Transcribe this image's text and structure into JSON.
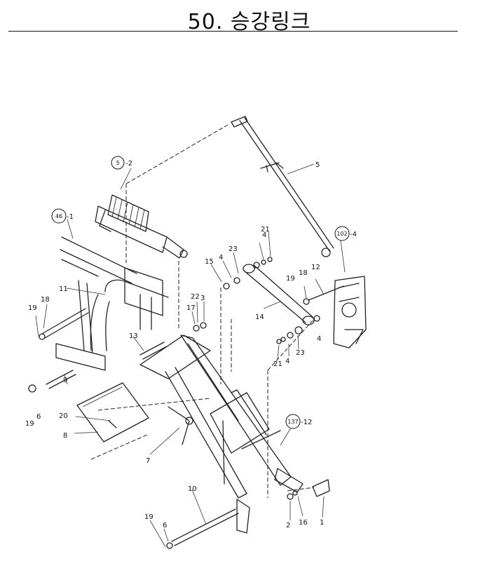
{
  "title": "50. 승강링크",
  "callouts": [
    {
      "id": "c1",
      "label": "1"
    },
    {
      "id": "c2",
      "label": "2"
    },
    {
      "id": "c3",
      "label": "3"
    },
    {
      "id": "c4a",
      "label": "4"
    },
    {
      "id": "c4b",
      "label": "4"
    },
    {
      "id": "c4c",
      "label": "4"
    },
    {
      "id": "c4d",
      "label": "4"
    },
    {
      "id": "c5",
      "label": "5"
    },
    {
      "id": "c6a",
      "label": "6"
    },
    {
      "id": "c6b",
      "label": "6"
    },
    {
      "id": "c7",
      "label": "7"
    },
    {
      "id": "c8",
      "label": "8"
    },
    {
      "id": "c9",
      "label": "9"
    },
    {
      "id": "c10",
      "label": "10"
    },
    {
      "id": "c11",
      "label": "11"
    },
    {
      "id": "c12",
      "label": "12"
    },
    {
      "id": "c13",
      "label": "13"
    },
    {
      "id": "c14",
      "label": "14"
    },
    {
      "id": "c15",
      "label": "15"
    },
    {
      "id": "c16",
      "label": "16"
    },
    {
      "id": "c17",
      "label": "17"
    },
    {
      "id": "c18a",
      "label": "18"
    },
    {
      "id": "c18b",
      "label": "18"
    },
    {
      "id": "c19a",
      "label": "19"
    },
    {
      "id": "c19b",
      "label": "19"
    },
    {
      "id": "c19c",
      "label": "19"
    },
    {
      "id": "c19d",
      "label": "19"
    },
    {
      "id": "c20",
      "label": "20"
    },
    {
      "id": "c21a",
      "label": "21"
    },
    {
      "id": "c21b",
      "label": "21"
    },
    {
      "id": "c22",
      "label": "22"
    },
    {
      "id": "c23a",
      "label": "23"
    },
    {
      "id": "c23b",
      "label": "23"
    }
  ],
  "references": [
    {
      "id": "r5",
      "circled": "5",
      "suffix": "-2"
    },
    {
      "id": "r46",
      "circled": "46",
      "suffix": "-1"
    },
    {
      "id": "r102",
      "circled": "102",
      "suffix": "-4"
    },
    {
      "id": "r137",
      "circled": "137",
      "suffix": "-12"
    }
  ]
}
